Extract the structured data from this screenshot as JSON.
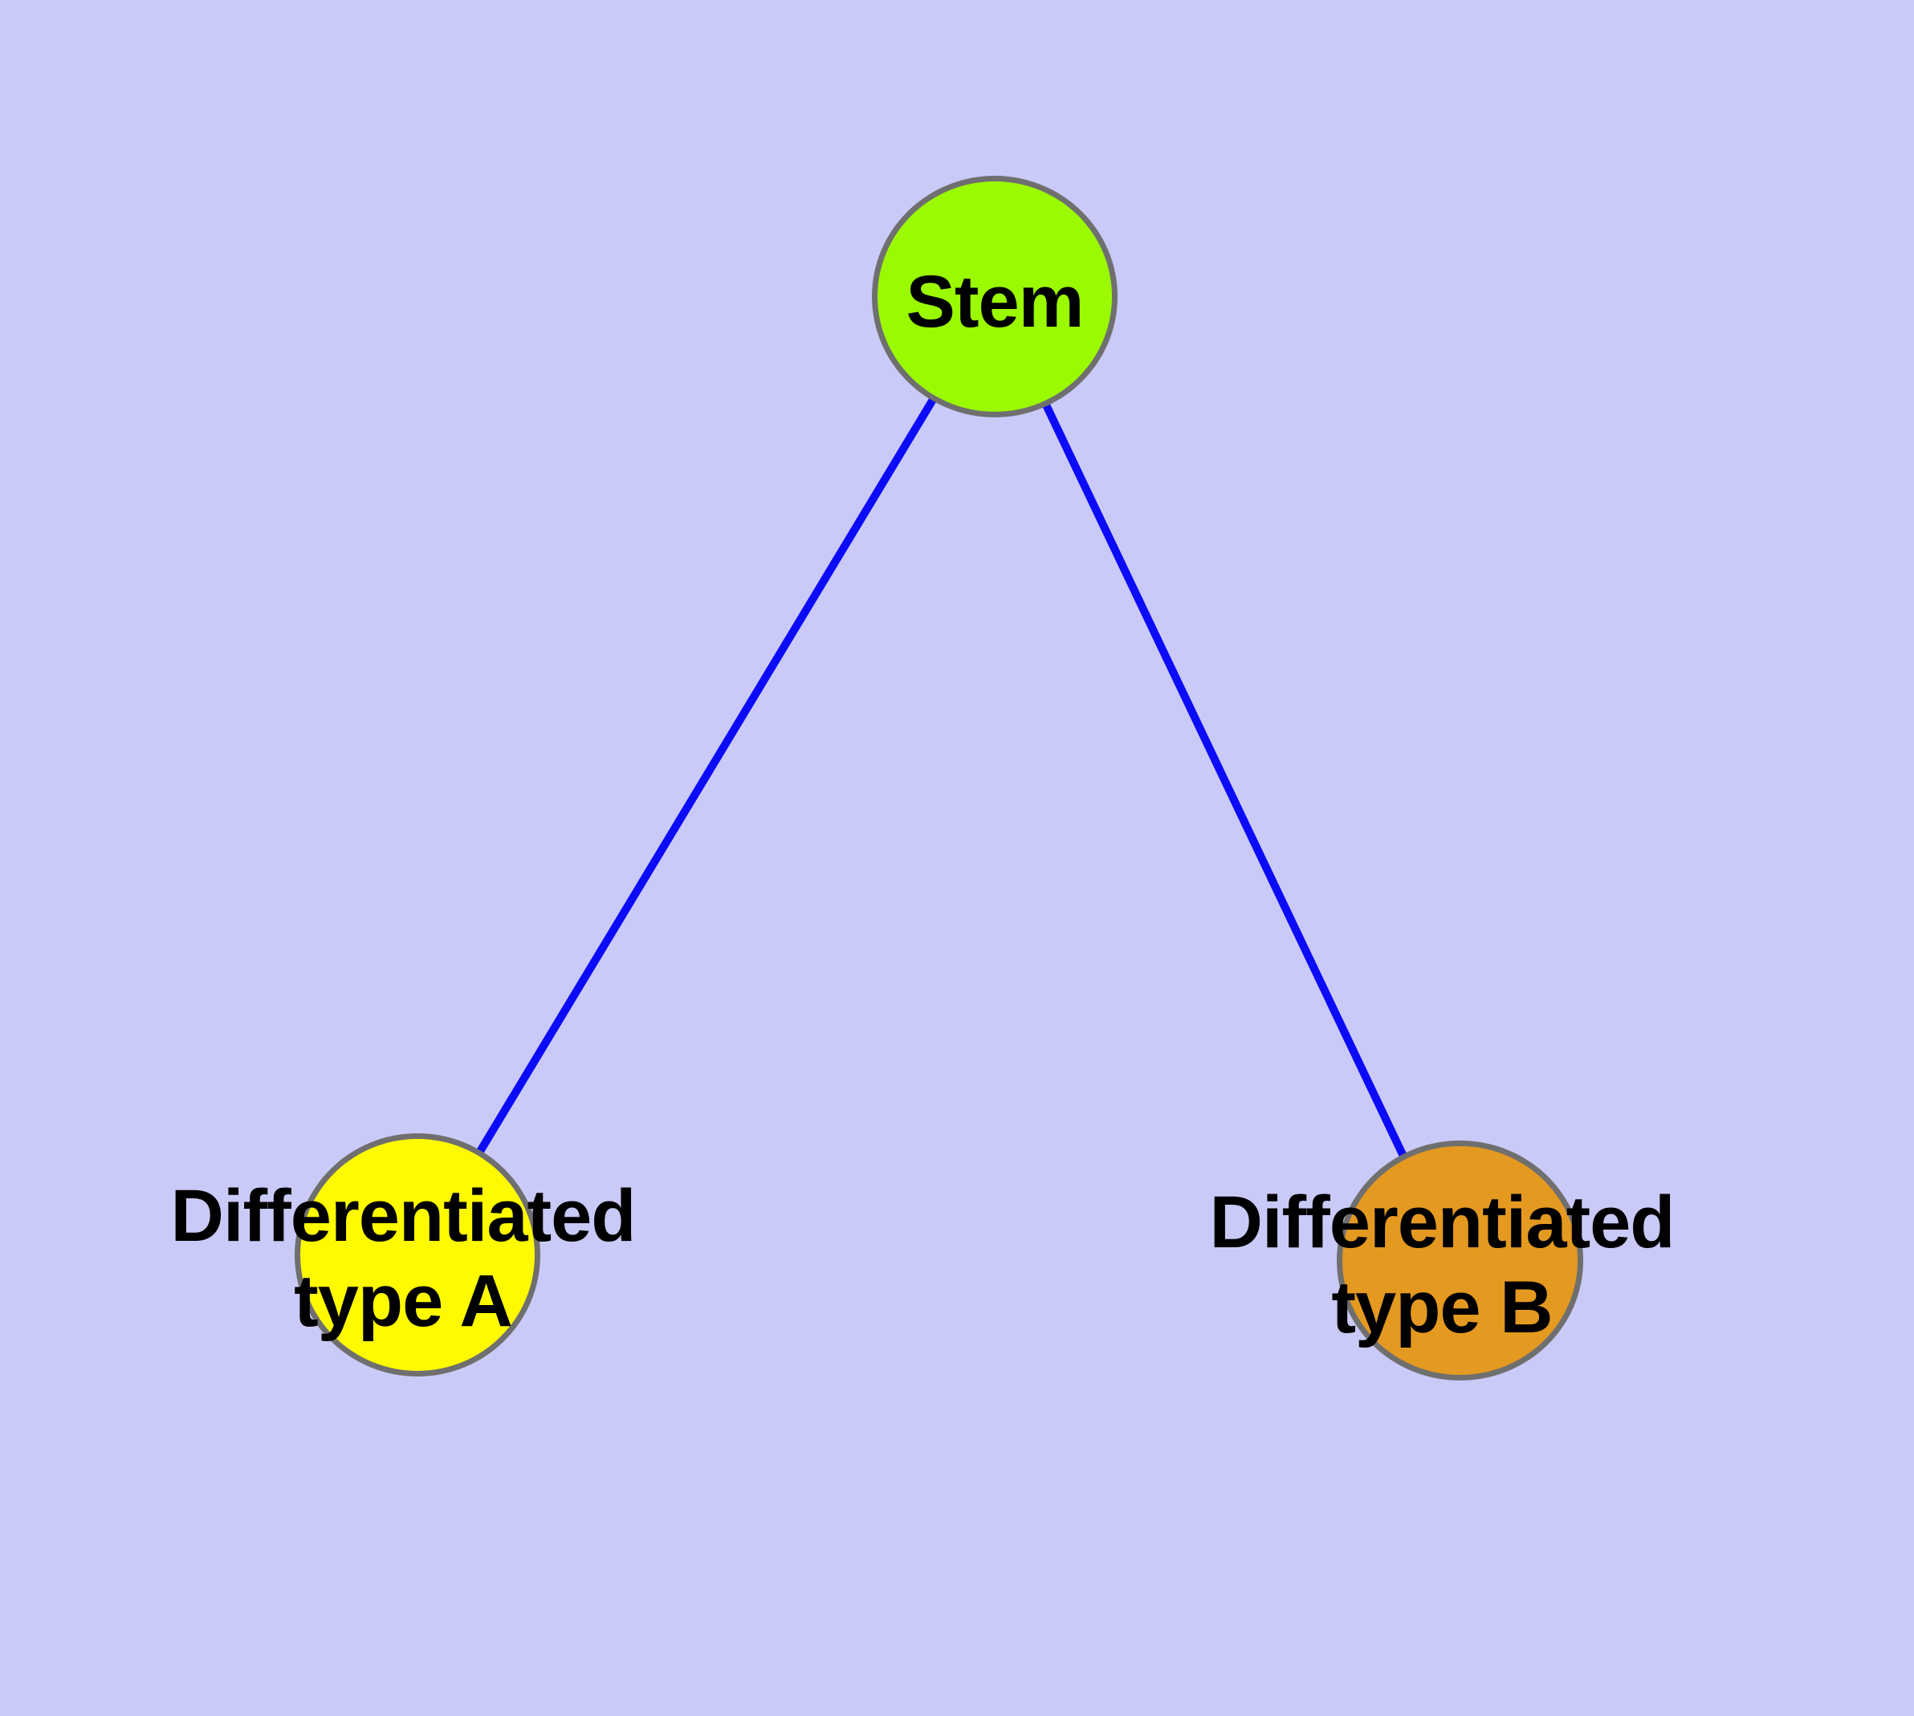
{
  "diagram": {
    "background_color": "#cacaf8",
    "edge_color": "#0b0bf7",
    "node_border_color": "#6f6f6f",
    "text_color": "#000000",
    "nodes": [
      {
        "id": "stem",
        "label": "Stem",
        "color": "#9bfa00"
      },
      {
        "id": "differentiated-type-a",
        "label": "Differentiated\ntype A",
        "color": "#fffa00"
      },
      {
        "id": "differentiated-type-b",
        "label": "Differentiated\ntype B",
        "color": "#e49920"
      }
    ],
    "edges": [
      {
        "from": "Stem",
        "to": "Differentiated type A"
      },
      {
        "from": "Stem",
        "to": "Differentiated type B"
      }
    ]
  }
}
